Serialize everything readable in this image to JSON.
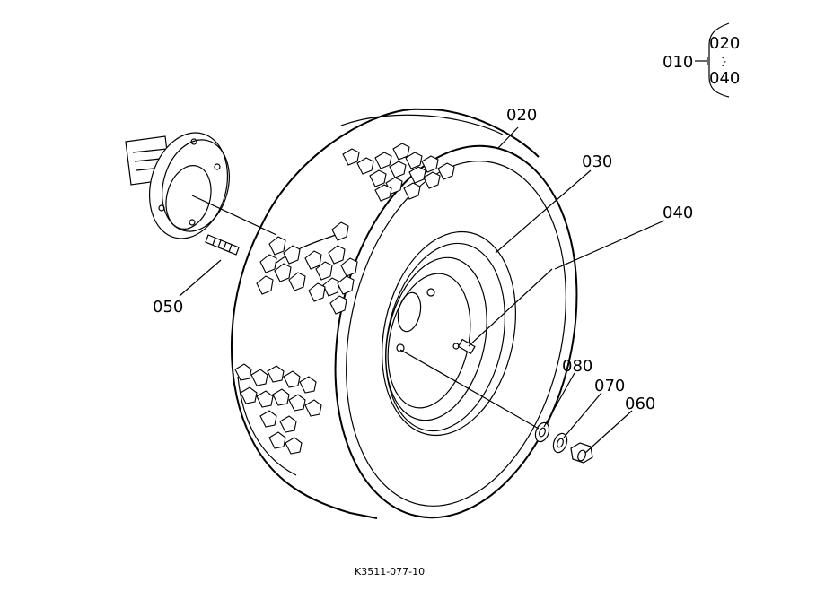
{
  "assembly": {
    "parent_part": "010",
    "child_parts": [
      "020",
      "040"
    ],
    "brace": "}"
  },
  "parts": [
    {
      "id": "020",
      "label": "020"
    },
    {
      "id": "030",
      "label": "030"
    },
    {
      "id": "040",
      "label": "040"
    },
    {
      "id": "050",
      "label": "050"
    },
    {
      "id": "060",
      "label": "060"
    },
    {
      "id": "070",
      "label": "070"
    },
    {
      "id": "080",
      "label": "080"
    }
  ],
  "drawing_code": "K3511-077-10"
}
